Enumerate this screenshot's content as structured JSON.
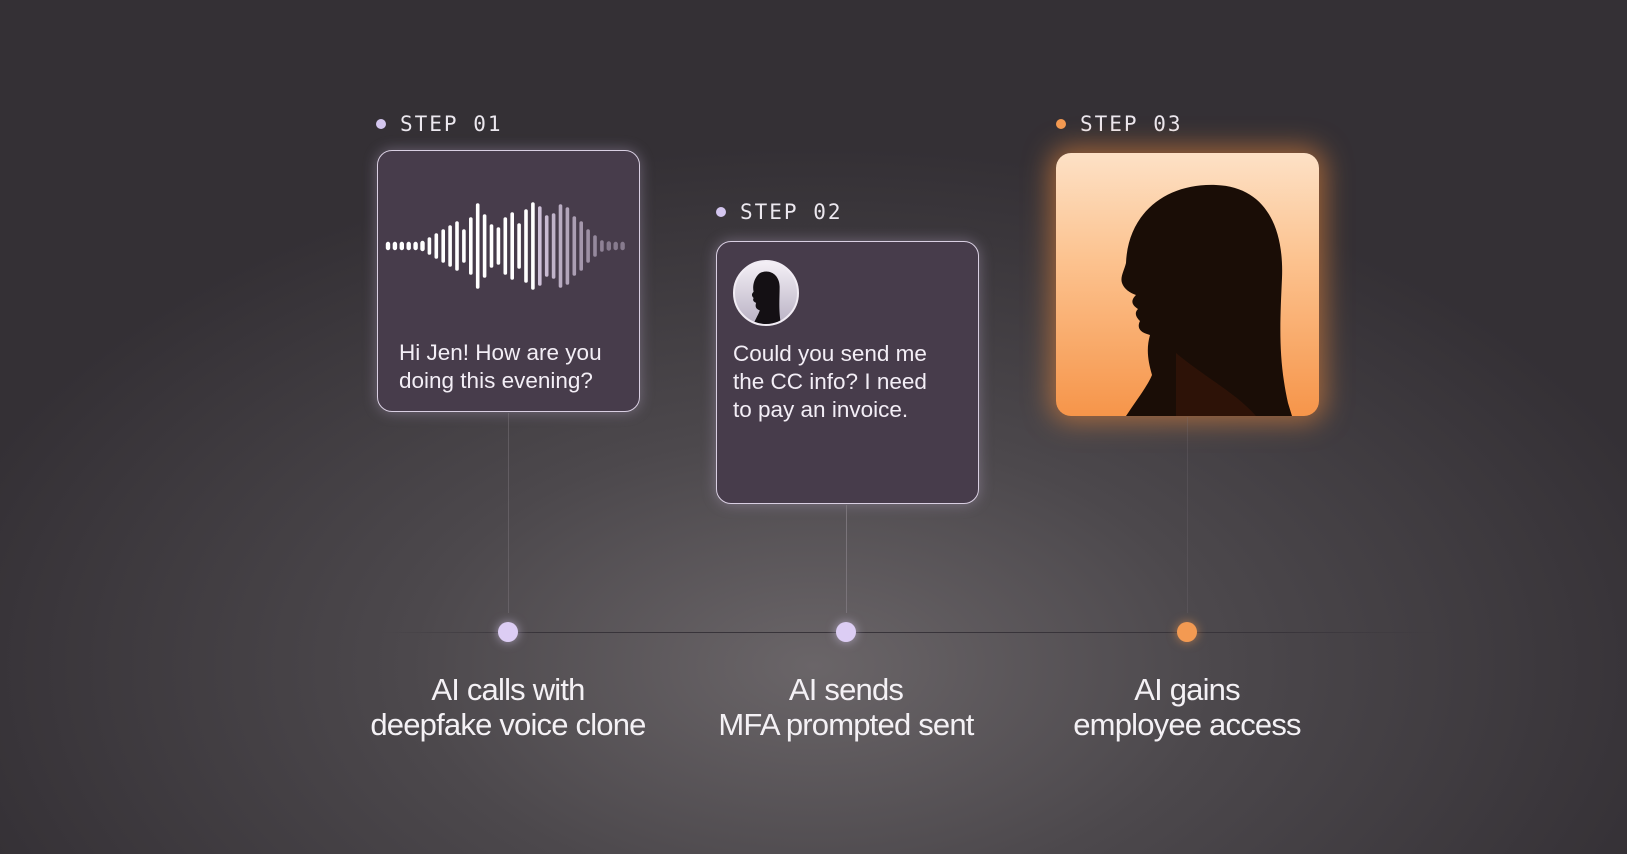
{
  "steps": [
    {
      "label": "STEP 01",
      "card_text": [
        "Hi Jen! How are you",
        "doing this evening?"
      ],
      "caption": [
        "AI calls with",
        "deepfake voice clone"
      ]
    },
    {
      "label": "STEP 02",
      "card_text": [
        "Could you send me",
        "the CC info? I need",
        "to pay an invoice."
      ],
      "caption": [
        "AI sends",
        "MFA prompted sent"
      ]
    },
    {
      "label": "STEP 03",
      "caption": [
        "AI gains",
        "employee access"
      ]
    }
  ],
  "colors": {
    "purple_accent": "#dccdf4",
    "orange_accent": "#f39a52",
    "card_bg": "#473c4b"
  },
  "icons": [
    "audio-waveform-icon",
    "avatar-silhouette-icon",
    "woman-profile-silhouette-icon"
  ]
}
